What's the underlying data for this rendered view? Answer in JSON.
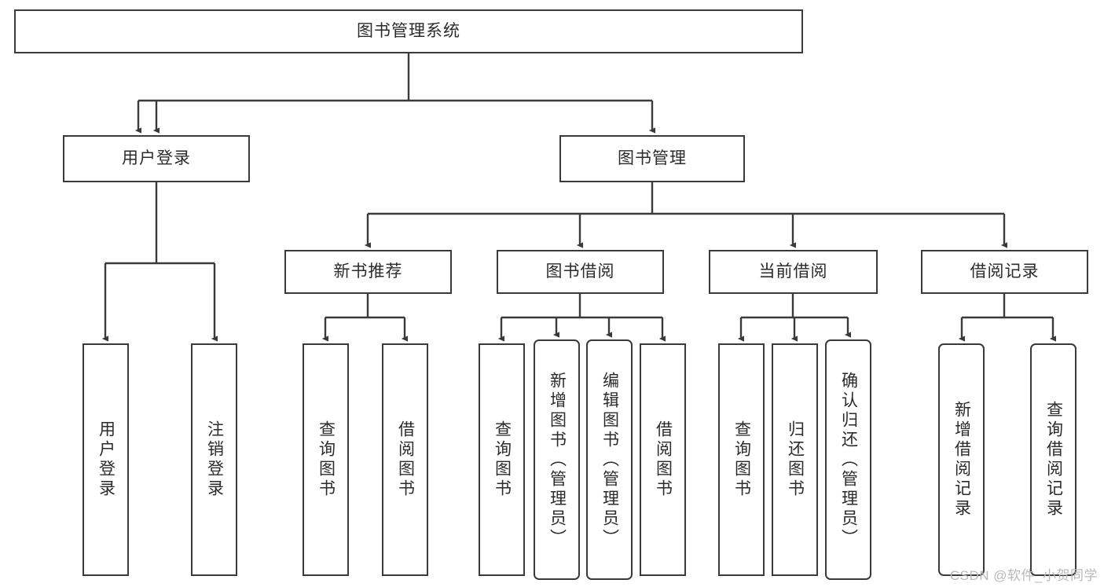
{
  "diagram": {
    "type": "tree-hierarchy-chart",
    "title": "图书管理系统",
    "watermark": "CSDN @软件_小贺同学",
    "colors": {
      "box_border": "#3a3a3a",
      "box_fill": "#ffffff",
      "edge": "#3a3a3a",
      "text": "#2b2b2b",
      "watermark": "#b9b9b9"
    },
    "nodes": {
      "root": {
        "label": "图书管理系统"
      },
      "level2": [
        {
          "id": "user-login",
          "label": "用户登录"
        },
        {
          "id": "book-manage",
          "label": "图书管理"
        }
      ],
      "level3": [
        {
          "id": "new-book-recommend",
          "label": "新书推荐"
        },
        {
          "id": "book-borrow",
          "label": "图书借阅"
        },
        {
          "id": "current-borrow",
          "label": "当前借阅"
        },
        {
          "id": "borrow-record",
          "label": "借阅记录"
        }
      ],
      "leaves": {
        "user-login": [
          {
            "id": "leaf-user-login",
            "label": "用户登录"
          },
          {
            "id": "leaf-logout-login",
            "label": "注销登录"
          }
        ],
        "new-book-recommend": [
          {
            "id": "leaf-query-book-1",
            "label": "查询图书"
          },
          {
            "id": "leaf-borrow-book-1",
            "label": "借阅图书"
          }
        ],
        "book-borrow": [
          {
            "id": "leaf-query-book-2",
            "label": "查询图书"
          },
          {
            "id": "leaf-add-book-admin",
            "label": "新增图书（管理员）"
          },
          {
            "id": "leaf-edit-book-admin",
            "label": "编辑图书（管理员）"
          },
          {
            "id": "leaf-borrow-book-2",
            "label": "借阅图书"
          }
        ],
        "current-borrow": [
          {
            "id": "leaf-query-book-3",
            "label": "查询图书"
          },
          {
            "id": "leaf-return-book",
            "label": "归还图书"
          },
          {
            "id": "leaf-confirm-return-admin",
            "label": "确认归还（管理员）"
          }
        ],
        "borrow-record": [
          {
            "id": "leaf-add-borrow-record",
            "label": "新增借阅记录"
          },
          {
            "id": "leaf-query-borrow-record",
            "label": "查询借阅记录"
          }
        ]
      }
    }
  }
}
